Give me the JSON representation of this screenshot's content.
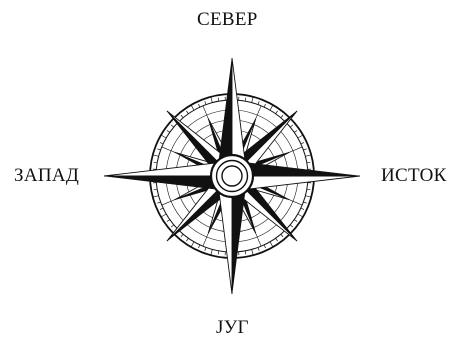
{
  "compass": {
    "north_label": "СЕВЕР",
    "south_label": "ЈУГ",
    "west_label": "ЗАПАД",
    "east_label": "ИСТОК",
    "ink_color": "#111111",
    "background_color": "#ffffff"
  }
}
